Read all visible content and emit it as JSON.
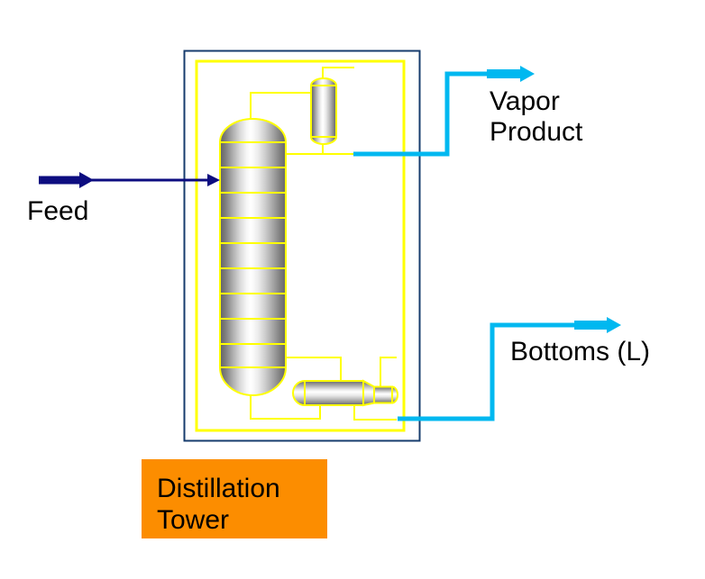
{
  "labels": {
    "feed": "Feed",
    "vapor_product": {
      "line1": "Vapor",
      "line2": "Product"
    },
    "bottoms": "Bottoms (L)",
    "tower": {
      "line1": "Distillation",
      "line2": "Tower"
    }
  },
  "colors": {
    "pipe_yellow": "#FFFF00",
    "stream_cyan": "#00B8F0",
    "feed_navy": "#0D0D80",
    "border_navy": "#173C6E",
    "label_bg_orange": "#FC8D00",
    "text_black": "#000000"
  }
}
